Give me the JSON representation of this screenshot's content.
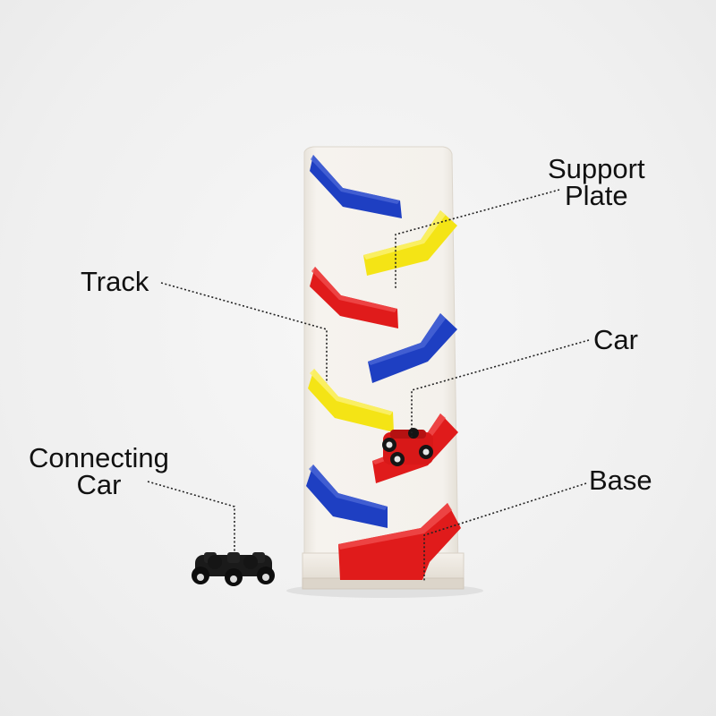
{
  "labels": {
    "support_plate": [
      "Support",
      "Plate"
    ],
    "track": "Track",
    "car": "Car",
    "connecting_car": [
      "Connecting",
      "Car"
    ],
    "base": "Base"
  },
  "colors": {
    "blue": "#1e3fc2",
    "yellow": "#f4e415",
    "red": "#e01b1b",
    "board": "#f3efe8",
    "leader_line": "#222222",
    "text": "#111111"
  }
}
